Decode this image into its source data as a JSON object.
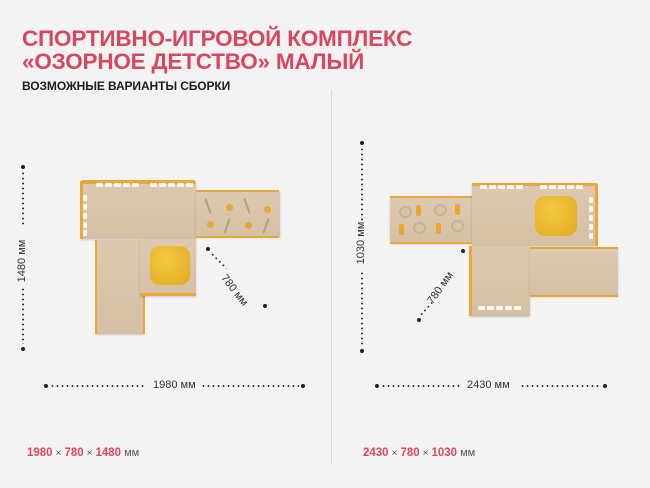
{
  "header": {
    "title_line1": "СПОРТИВНО-ИГРОВОЙ КОМПЛЕКС",
    "title_line2": "«ОЗОРНОЕ ДЕТСТВО» МАЛЫЙ",
    "subtitle": "ВОЗМОЖНЫЕ ВАРИАНТЫ СБОРКИ"
  },
  "colors": {
    "accent": "#d9475f",
    "background": "#f4f3f3",
    "wood": "#d8c3a8",
    "orange_edge": "#e9a93a",
    "yellow_panel": "#f0bf35"
  },
  "variants": [
    {
      "height_label": "1480 мм",
      "depth_label": "780 мм",
      "width_label": "1980 мм",
      "sizes": {
        "w": "1980",
        "d": "780",
        "h": "1480",
        "sep": "×",
        "unit": "мм"
      }
    },
    {
      "height_label": "1030 мм",
      "depth_label": "780 мм",
      "width_label": "2430 мм",
      "sizes": {
        "w": "2430",
        "d": "780",
        "h": "1030",
        "sep": "×",
        "unit": "мм"
      }
    }
  ]
}
